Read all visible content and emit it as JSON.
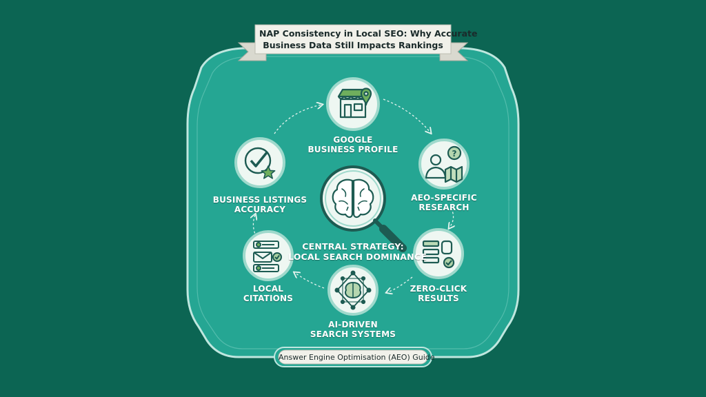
{
  "title": {
    "line1": "NAP Consistency in Local SEO: Why Accurate",
    "line2": "Business Data Still Impacts Rankings"
  },
  "center": {
    "line1": "CENTRAL STRATEGY:",
    "line2": "LOCAL SEARCH DOMINANCE",
    "icon": "brain-magnifier-icon"
  },
  "nodes": [
    {
      "id": "google-business-profile",
      "line1": "GOOGLE",
      "line2": "BUSINESS PROFILE",
      "icon": "storefront-pin-icon"
    },
    {
      "id": "aeo-specific-research",
      "line1": "AEO-SPECIFIC",
      "line2": "RESEARCH",
      "icon": "person-map-question-icon"
    },
    {
      "id": "zero-click-results",
      "line1": "ZERO-CLICK",
      "line2": "RESULTS",
      "icon": "answer-card-icon"
    },
    {
      "id": "ai-driven-search-systems",
      "line1": "AI-DRIVEN",
      "line2": "SEARCH SYSTEMS",
      "icon": "brain-network-icon"
    },
    {
      "id": "local-citations",
      "line1": "LOCAL",
      "line2": "CITATIONS",
      "icon": "citation-list-icon"
    },
    {
      "id": "business-listings-accuracy",
      "line1": "BUSINESS LISTINGS",
      "line2": "ACCURACY",
      "icon": "check-star-icon"
    }
  ],
  "footer": {
    "label": "Answer Engine Optimisation (AEO) Guide"
  },
  "colors": {
    "background": "#0c6553",
    "panel": "#25a693",
    "panel_edge": "#bfe7df",
    "node_fill": "#eef7f2",
    "node_ring": "#9fd9cc",
    "icon_dark": "#1d5b52",
    "icon_green": "#6fae5d",
    "banner": "#f1f1ea"
  }
}
